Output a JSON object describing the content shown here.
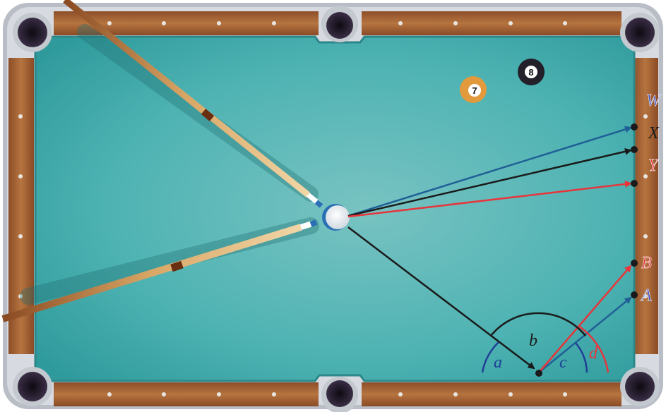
{
  "colors": {
    "felt": "#4fb3b3",
    "rail_wood": "#a8683c",
    "blue": "#1f5f96",
    "black": "#1a1a1a",
    "red": "#e8343a",
    "label_blue": "#3a4fc0",
    "label_red": "#e8343a"
  },
  "balls": {
    "seven": "7",
    "eight": "8"
  },
  "labels": {
    "W": "W",
    "X": "X",
    "Y": "Y",
    "B": "B",
    "A": "A"
  },
  "angles": {
    "a": "a",
    "b": "b",
    "c": "c",
    "d": "d"
  }
}
